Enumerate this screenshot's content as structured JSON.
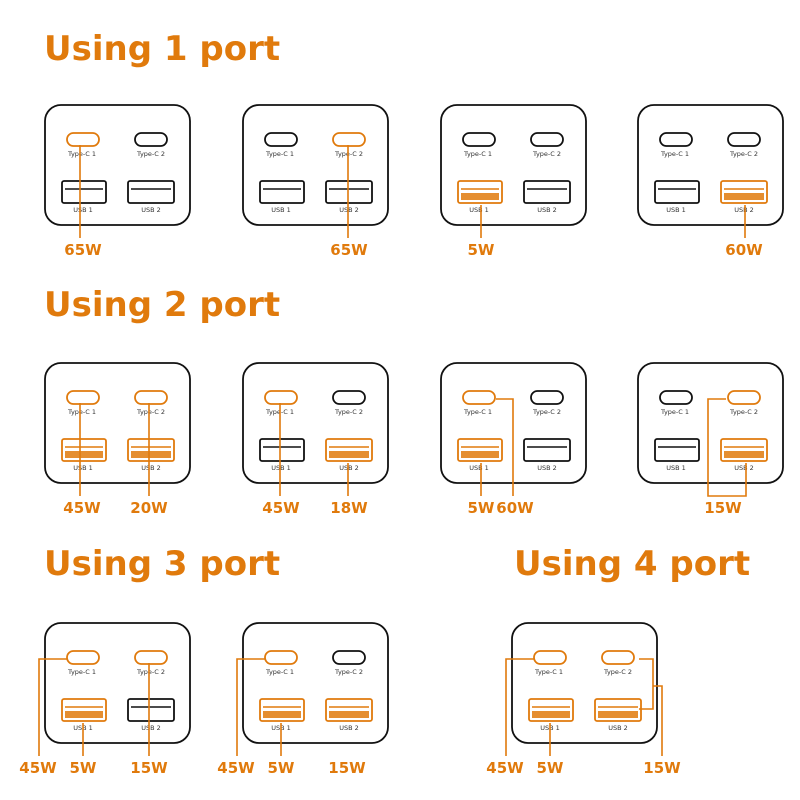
{
  "colors": {
    "accent": "#e07a0c",
    "inactive": "#111111"
  },
  "port_labels": {
    "c1": "Type-C 1",
    "c2": "Type-C 2",
    "u1": "USB 1",
    "u2": "USB 2"
  },
  "sections": [
    {
      "heading": "Using 1 port",
      "chargers": [
        {
          "active": [
            "c1"
          ],
          "watts": [
            {
              "key": "a",
              "text": "65W"
            }
          ]
        },
        {
          "active": [
            "c2"
          ],
          "watts": [
            {
              "key": "a",
              "text": "65W"
            }
          ]
        },
        {
          "active": [
            "u1"
          ],
          "watts": [
            {
              "key": "a",
              "text": "5W"
            }
          ]
        },
        {
          "active": [
            "u2"
          ],
          "watts": [
            {
              "key": "a",
              "text": "60W"
            }
          ]
        }
      ]
    },
    {
      "heading": "Using 2 port",
      "chargers": [
        {
          "active": [
            "c1",
            "c2",
            "u1",
            "u2"
          ],
          "watts": [
            {
              "key": "a",
              "text": "45W"
            },
            {
              "key": "b",
              "text": "20W"
            }
          ]
        },
        {
          "active": [
            "c1",
            "u2"
          ],
          "watts": [
            {
              "key": "a",
              "text": "45W"
            },
            {
              "key": "b",
              "text": "18W"
            }
          ]
        },
        {
          "active": [
            "c1",
            "u1"
          ],
          "watts": [
            {
              "key": "a",
              "text": "5W"
            },
            {
              "key": "b",
              "text": "60W"
            }
          ]
        },
        {
          "active": [
            "c2",
            "u2"
          ],
          "watts": [
            {
              "key": "a",
              "text": "15W"
            }
          ]
        }
      ]
    },
    {
      "heading": "Using 3 port",
      "chargers": [
        {
          "active": [
            "c1",
            "c2",
            "u1"
          ],
          "watts": [
            {
              "key": "a",
              "text": "45W"
            },
            {
              "key": "b",
              "text": "5W"
            },
            {
              "key": "c",
              "text": "15W"
            }
          ]
        },
        {
          "active": [
            "c1",
            "u1",
            "u2"
          ],
          "watts": [
            {
              "key": "a",
              "text": "45W"
            },
            {
              "key": "b",
              "text": "5W"
            },
            {
              "key": "c",
              "text": "15W"
            }
          ]
        }
      ]
    },
    {
      "heading": "Using 4 port",
      "chargers": [
        {
          "active": [
            "c1",
            "c2",
            "u1",
            "u2"
          ],
          "watts": [
            {
              "key": "a",
              "text": "45W"
            },
            {
              "key": "b",
              "text": "5W"
            },
            {
              "key": "c",
              "text": "15W"
            }
          ]
        }
      ]
    }
  ]
}
